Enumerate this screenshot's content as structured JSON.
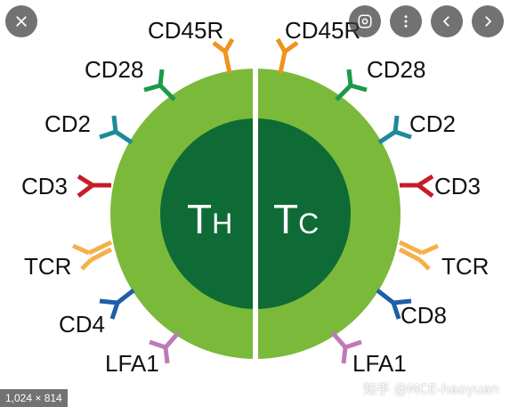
{
  "viewer": {
    "close_icon": "close-icon",
    "lens_icon": "lens-search-icon",
    "more_icon": "more-vertical-icon",
    "prev_icon": "chevron-left-icon",
    "next_icon": "chevron-right-icon",
    "dimensions": "1,024 × 814"
  },
  "figure": {
    "left_cell_main": "T",
    "left_cell_sub": "H",
    "right_cell_main": "T",
    "right_cell_sub": "C",
    "left_labels": [
      "CD45R",
      "CD28",
      "CD2",
      "CD3",
      "TCR",
      "CD4",
      "LFA1"
    ],
    "right_labels": [
      "CD45R",
      "CD28",
      "CD2",
      "CD3",
      "TCR",
      "CD8",
      "LFA1"
    ],
    "watermark": "知乎 @MCE-haoyuan",
    "colors": {
      "outer_ring": "#7bb93a",
      "inner_core": "#0e6b36",
      "cd45r": "#f0931e",
      "cd28": "#1a9a4a",
      "cd2": "#1d8a99",
      "cd3": "#c41e2a",
      "tcr": "#f4b04a",
      "cd4_cd8": "#1f5fa8",
      "lfa1": "#c079b8"
    }
  }
}
